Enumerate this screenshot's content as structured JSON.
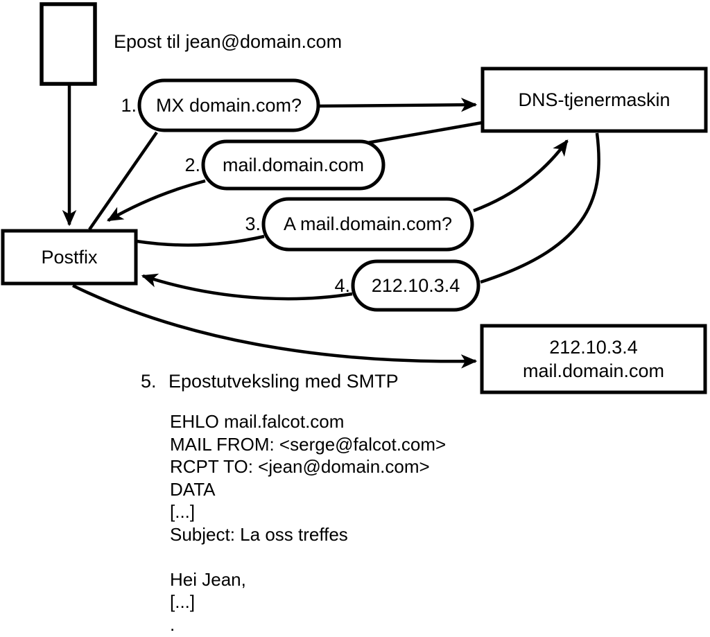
{
  "diagram": {
    "background": "#ffffff",
    "stroke_color": "#000000",
    "email_label": "Epost til jean@domain.com",
    "nodes": {
      "postfix": {
        "label": "Postfix"
      },
      "dns_server": {
        "label": "DNS-tjenermaskin"
      },
      "mail_server": {
        "line1": "212.10.3.4",
        "line2": "mail.domain.com"
      }
    },
    "steps": [
      {
        "num": "1.",
        "label": "MX domain.com?"
      },
      {
        "num": "2.",
        "label": "mail.domain.com"
      },
      {
        "num": "3.",
        "label": "A mail.domain.com?"
      },
      {
        "num": "4.",
        "label": "212.10.3.4"
      },
      {
        "num": "5.",
        "label": "Epostutveksling med SMTP"
      }
    ],
    "smtp_session": "EHLO mail.falcot.com\nMAIL FROM: <serge@falcot.com>\nRCPT TO: <jean@domain.com>\nDATA\n[...]\nSubject: La oss treffes\n\nHei Jean,\n[...]\n."
  }
}
